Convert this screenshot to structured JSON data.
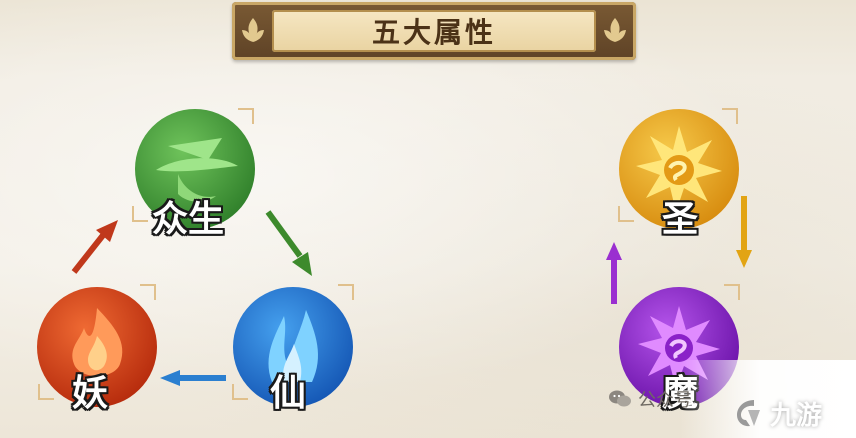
{
  "title": "五大属性",
  "orbs": [
    {
      "name": "众生",
      "color": "#3f9a3a",
      "icon": "straw-hat-icon"
    },
    {
      "name": "仙",
      "color": "#1f72d0",
      "icon": "water-flame-icon"
    },
    {
      "name": "妖",
      "color": "#cf3a12",
      "icon": "fire-icon"
    },
    {
      "name": "圣",
      "color": "#e3a11a",
      "icon": "sun-icon"
    },
    {
      "name": "魔",
      "color": "#8a22c8",
      "icon": "dark-sun-icon"
    }
  ],
  "arrow_colors": {
    "green": "#3d8a2c",
    "blue": "#2b7fd0",
    "red": "#c0381b",
    "gold": "#e2a414",
    "purple": "#9a2fd0"
  },
  "watermark": {
    "text": "公众号",
    "icon": "wechat-icon"
  },
  "site_logo": {
    "text": "九游",
    "icon": "jiuyou-logo-icon"
  }
}
